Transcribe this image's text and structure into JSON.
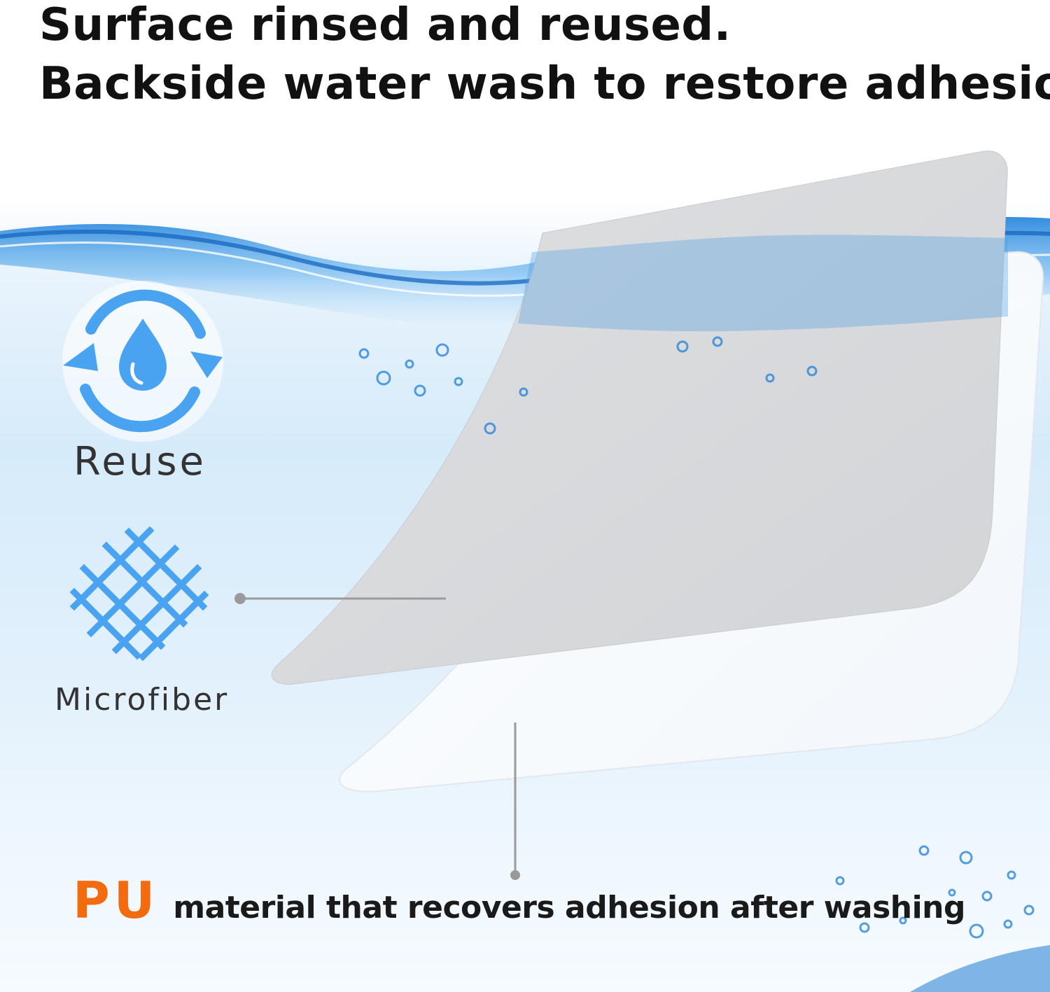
{
  "headline": {
    "line1": "Surface rinsed and reused.",
    "line2": "Backside water wash to restore adhesion"
  },
  "features": {
    "reuse": {
      "label": "Reuse",
      "icon": "recycle-water-drop-icon"
    },
    "microfiber": {
      "label": "Microfiber",
      "icon": "mesh-weave-icon"
    }
  },
  "material": {
    "badge": "PU",
    "description": "material that recovers adhesion after washing"
  },
  "colors": {
    "accent_orange": "#f26b0f",
    "icon_blue": "#4aa3f0",
    "water_blue": "#1f7fd6",
    "callout_gray": "#9a9a9a"
  }
}
